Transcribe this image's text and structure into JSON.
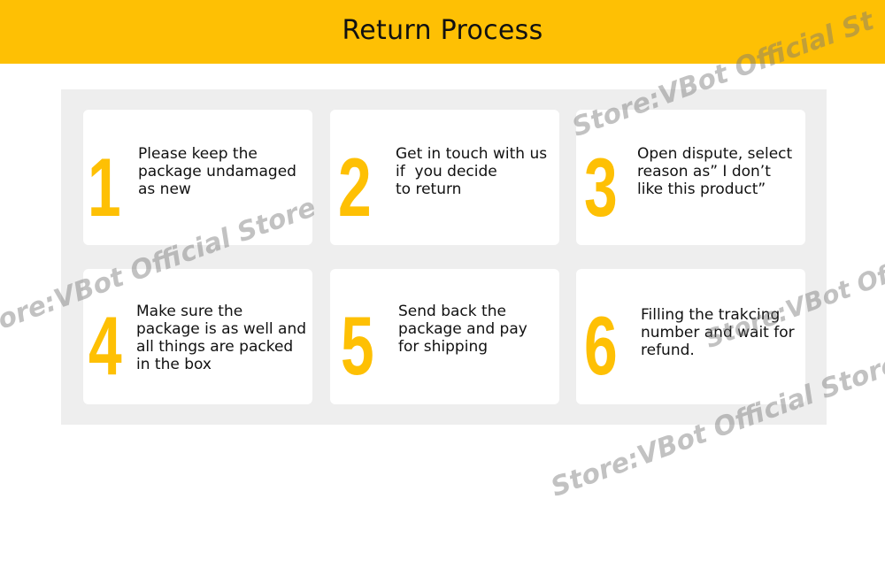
{
  "header": {
    "title": "Return Process"
  },
  "steps": [
    {
      "number": "1",
      "text": "Please keep the\npackage undamaged\nas new"
    },
    {
      "number": "2",
      "text": "Get in touch with us\nif  you decide\nto return"
    },
    {
      "number": "3",
      "text": "Open dispute, select\nreason as” I don’t\nlike this product”"
    },
    {
      "number": "4",
      "text": "Make sure the\npackage is as well and\nall things are packed\nin the box"
    },
    {
      "number": "5",
      "text": "Send back the\npackage and pay\nfor shipping"
    },
    {
      "number": "6",
      "text": "Filling the trakcing\nnumber and wait for\nrefund."
    }
  ],
  "watermarks": [
    "Store:VBot Official St",
    "Store:VBot Official Store",
    "Store:VBot Official Store",
    "Store:VBot Official Store"
  ],
  "colors": {
    "accent": "#fec004",
    "panel": "#eeeeee",
    "card": "#ffffff",
    "text": "#111111"
  }
}
